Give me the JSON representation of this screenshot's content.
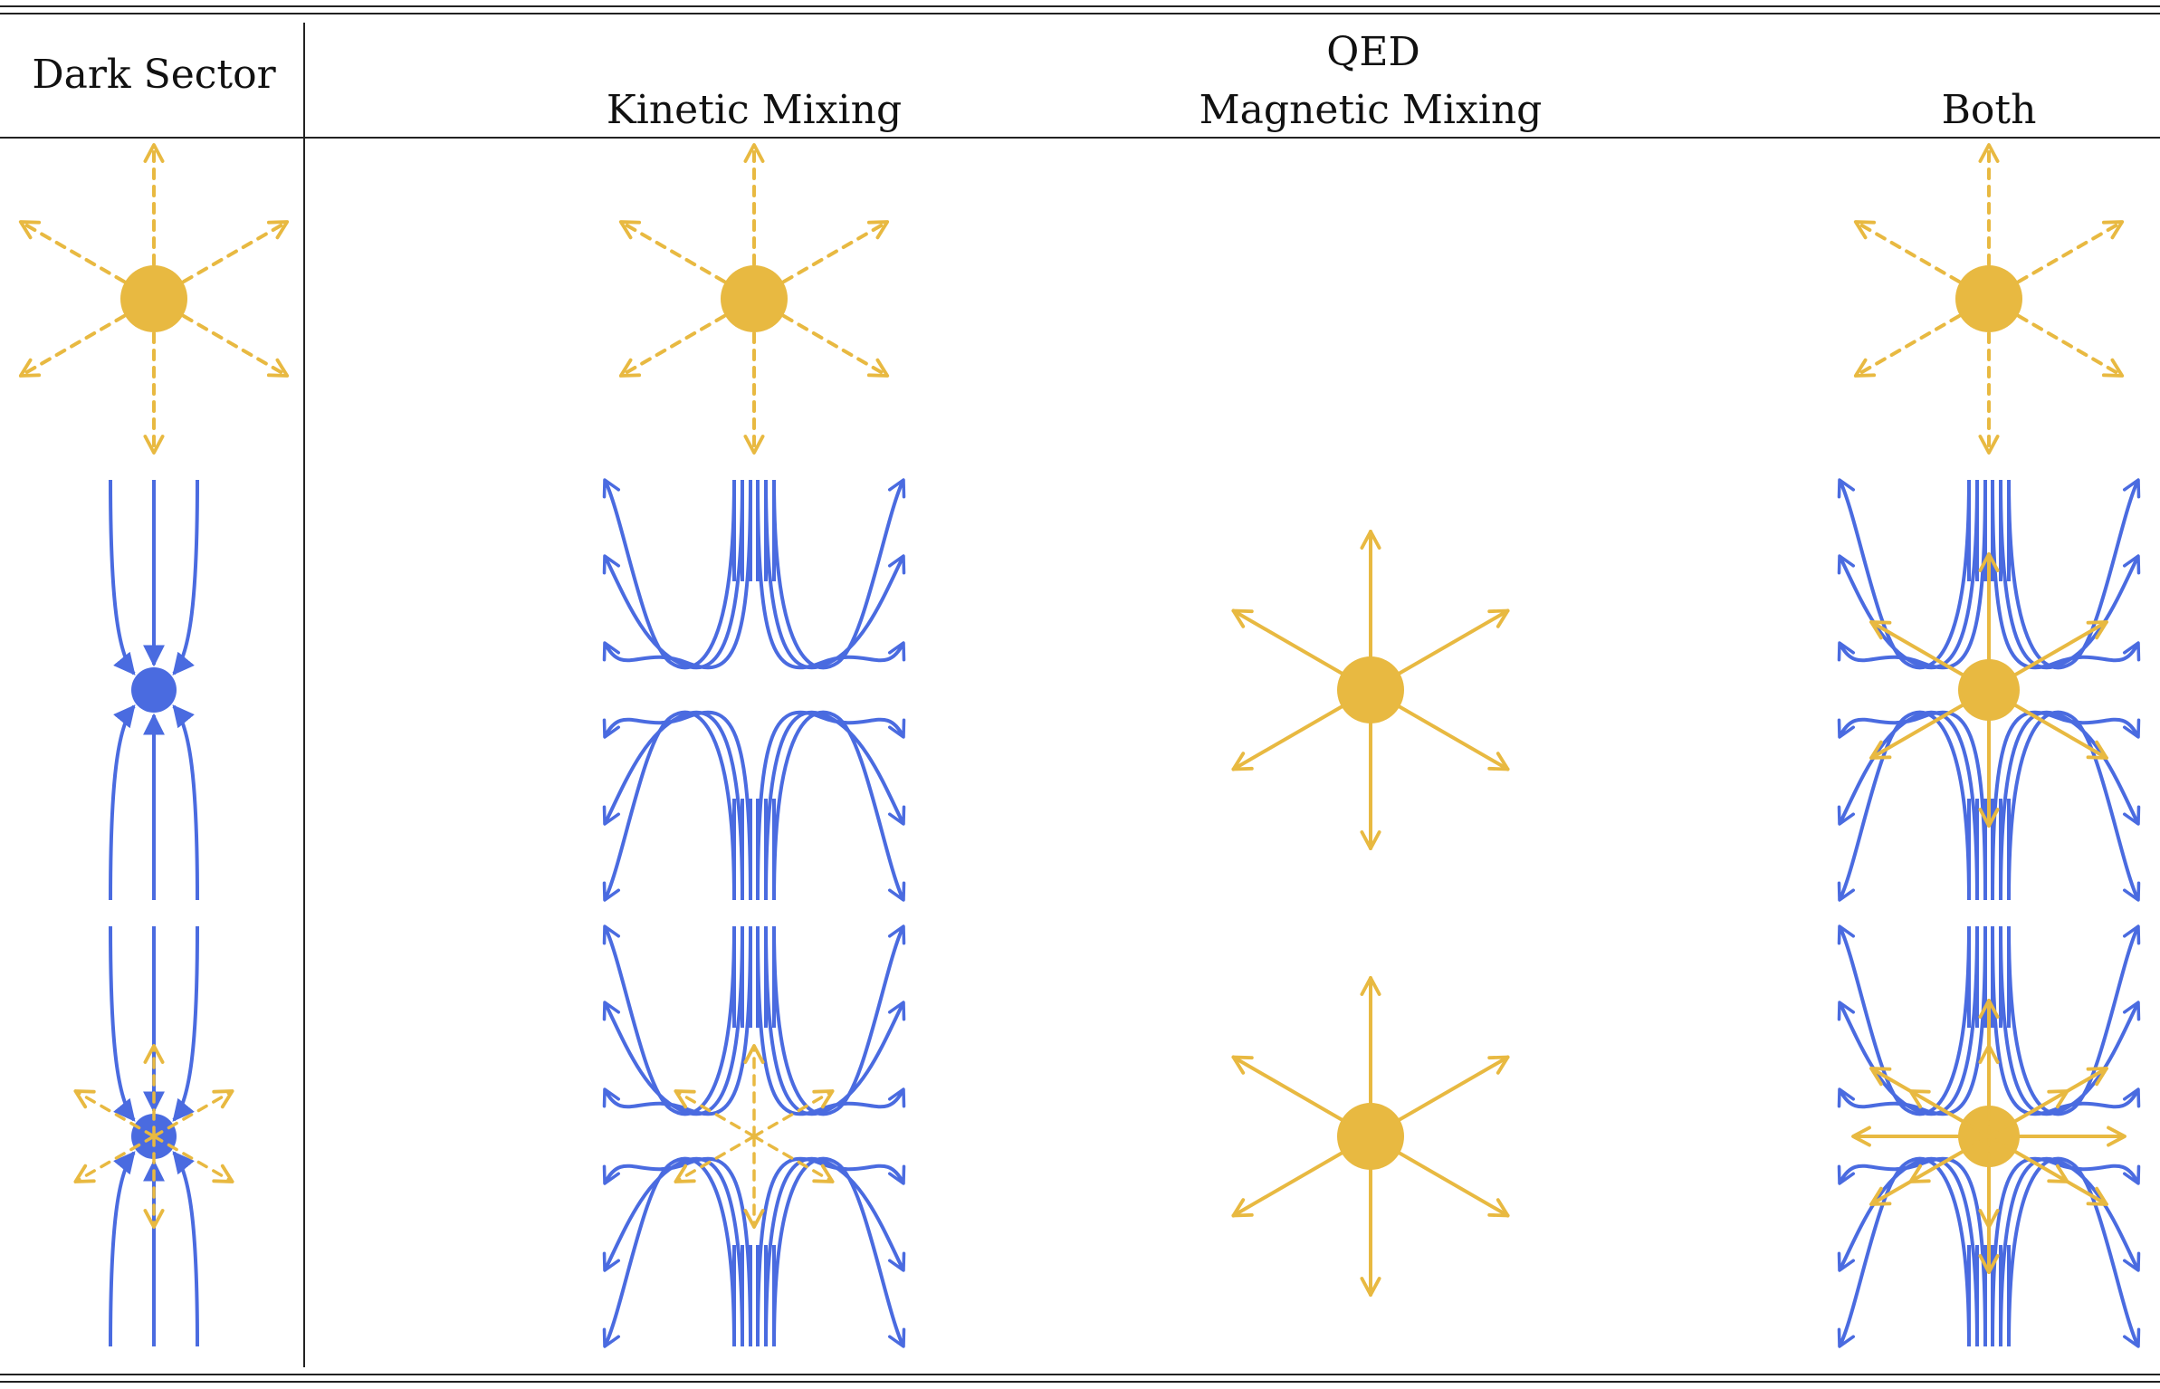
{
  "header": {
    "dark_sector": "Dark Sector",
    "qed": "QED",
    "kinetic_mixing": "Kinetic Mixing",
    "magnetic_mixing": "Magnetic Mixing",
    "both": "Both"
  },
  "colors": {
    "gold": "#E8B941",
    "blue": "#4A6BE0",
    "rule": "#222222"
  },
  "table": {
    "columns": [
      "dark-sector",
      "kinetic-mixing",
      "magnetic-mixing",
      "both"
    ],
    "rows": [
      {
        "id": "electric",
        "cells": [
          {
            "column": "dark-sector",
            "glyphs": [
              "gold-dashed-star"
            ]
          },
          {
            "column": "kinetic-mixing",
            "glyphs": [
              "gold-dashed-star"
            ]
          },
          {
            "column": "magnetic-mixing",
            "glyphs": []
          },
          {
            "column": "both",
            "glyphs": [
              "gold-dashed-star"
            ]
          }
        ]
      },
      {
        "id": "magnetic",
        "cells": [
          {
            "column": "dark-sector",
            "glyphs": [
              "blue-monopole"
            ]
          },
          {
            "column": "kinetic-mixing",
            "glyphs": [
              "blue-field-lines"
            ]
          },
          {
            "column": "magnetic-mixing",
            "glyphs": [
              "gold-solid-star"
            ]
          },
          {
            "column": "both",
            "glyphs": [
              "blue-field-lines",
              "gold-small-solid-star"
            ]
          }
        ]
      },
      {
        "id": "dyon",
        "cells": [
          {
            "column": "dark-sector",
            "glyphs": [
              "blue-monopole",
              "gold-small-dashed-star"
            ]
          },
          {
            "column": "kinetic-mixing",
            "glyphs": [
              "blue-field-lines",
              "gold-small-dashed-star"
            ]
          },
          {
            "column": "magnetic-mixing",
            "glyphs": [
              "gold-solid-star"
            ]
          },
          {
            "column": "both",
            "glyphs": [
              "blue-field-lines",
              "gold-small-solid-star",
              "gold-small-dashed-star",
              "gold-horizontal-arrows"
            ]
          }
        ]
      }
    ]
  }
}
